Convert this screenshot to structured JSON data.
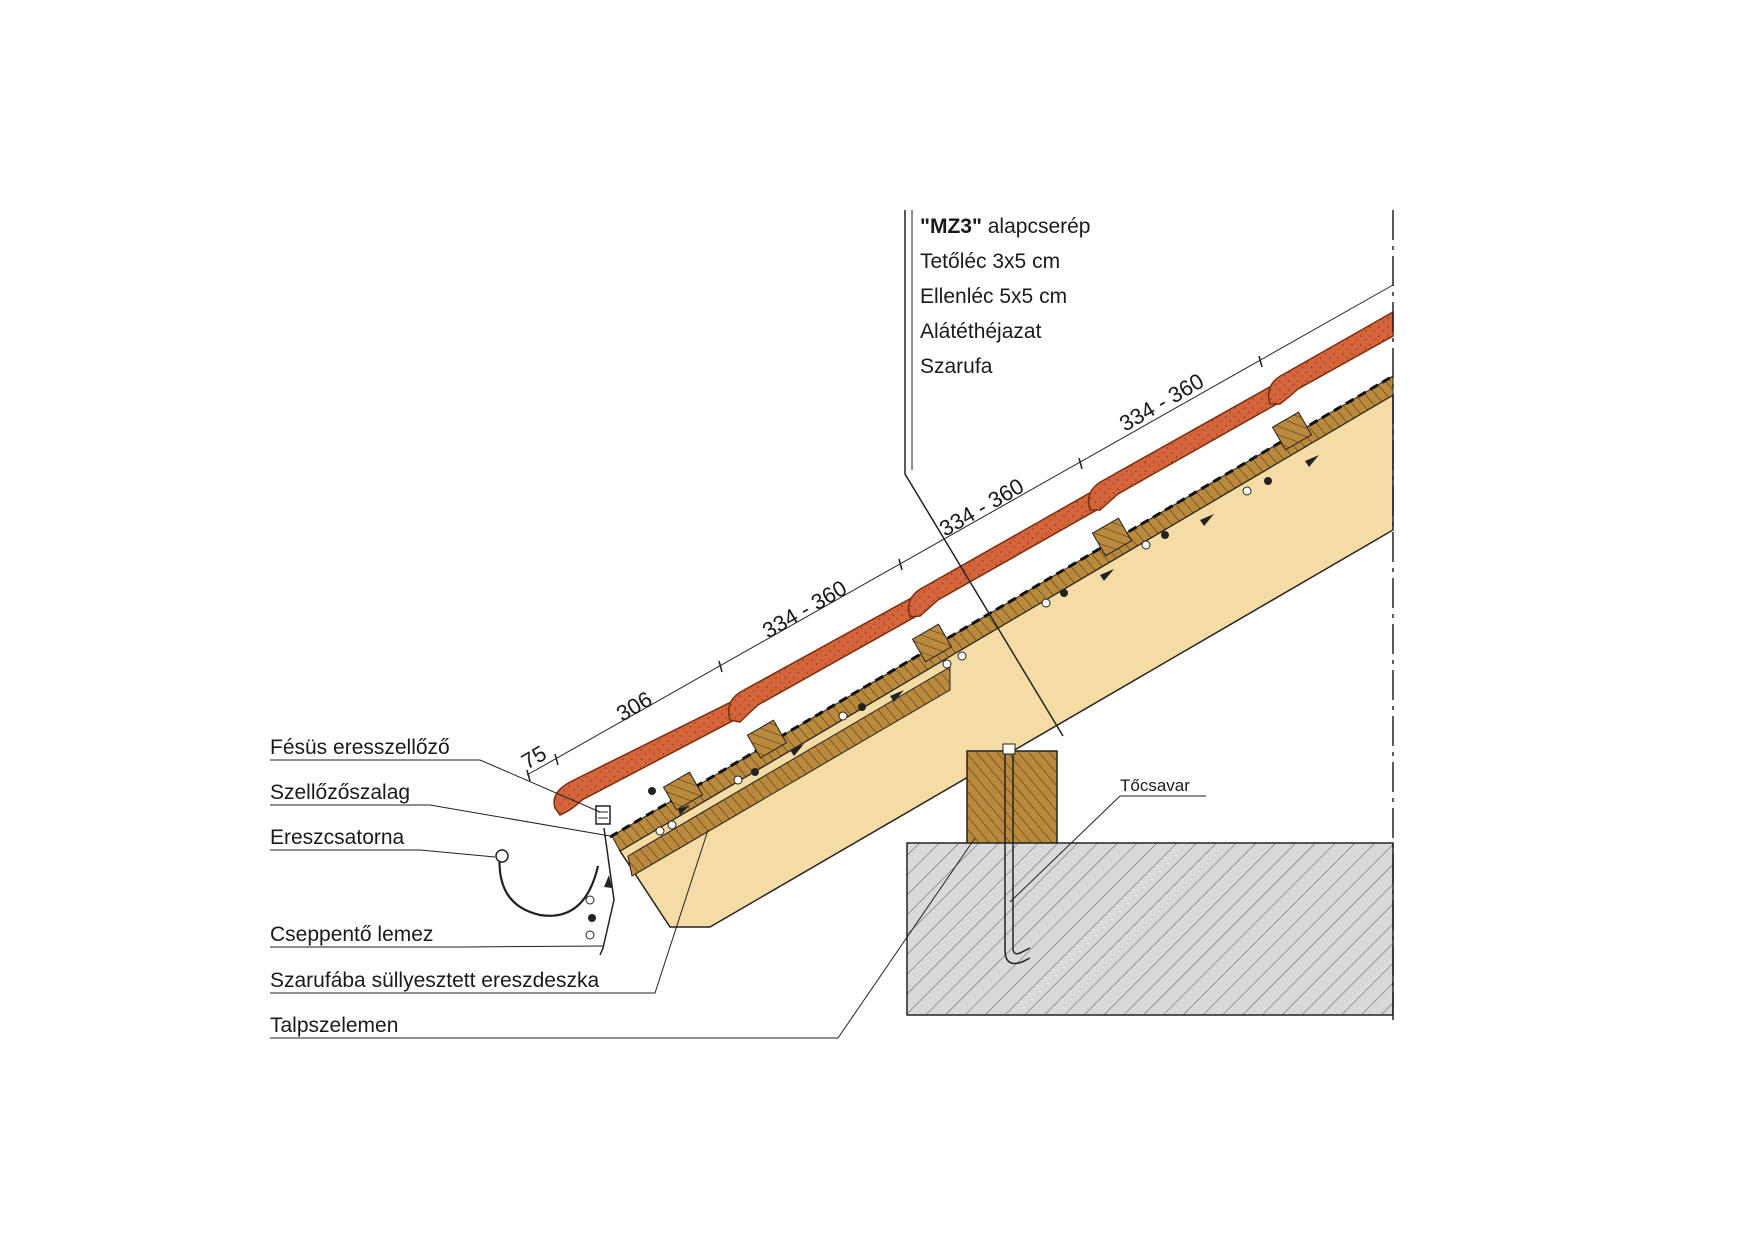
{
  "layers": {
    "tile": {
      "bold": "\"MZ3\"",
      "rest": " alapcserép"
    },
    "batten": "Tetőléc 3x5 cm",
    "counter_batten": "Ellenléc 5x5 cm",
    "underlay": "Alátéthéjazat",
    "rafter": "Szarufa"
  },
  "callouts": {
    "comb_vent": "Fésüs eresszellőző",
    "vent_strip": "Szellőzőszalag",
    "gutter": "Ereszcsatorna",
    "drip_plate": "Cseppentő lemez",
    "eaves_board": "Szarufába süllyesztett ereszdeszka",
    "wall_plate": "Talpszelemen",
    "bolt": "Tőcsavar"
  },
  "dimensions": {
    "overhang": "75",
    "first": "306",
    "spacing_1": "334 - 360",
    "spacing_2": "334 - 360",
    "spacing_3": "334 - 360"
  },
  "colors": {
    "tile": "#d4653a",
    "tile_dark": "#a8431e",
    "rafter": "#f5dca5",
    "timber": "#b98a3e",
    "concrete": "#d9d9d9",
    "ink": "#222222"
  }
}
